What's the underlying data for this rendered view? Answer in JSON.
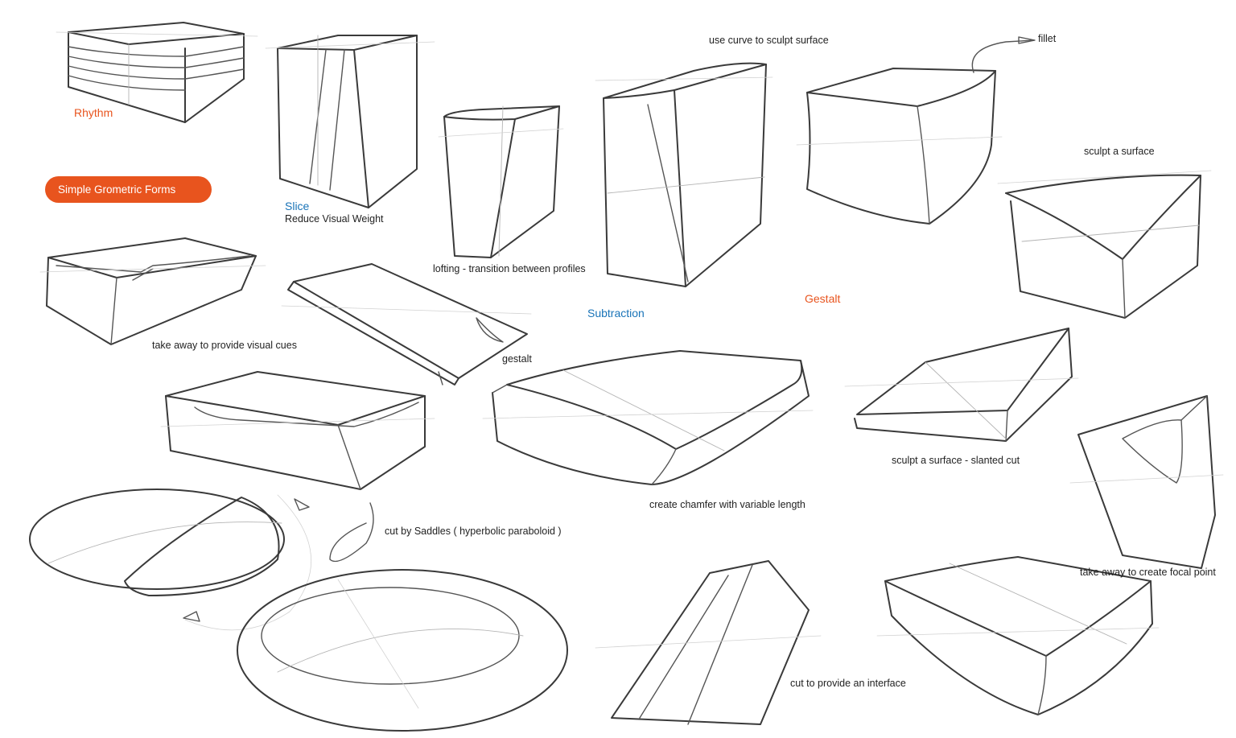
{
  "colors": {
    "orange": "#e8541e",
    "blue": "#1a74b8",
    "pencil": "#3a3a3a",
    "construction": "#b4b4b4"
  },
  "badge": {
    "label": "Simple Grometric Forms"
  },
  "headings": {
    "rhythm": "Rhythm",
    "slice": "Slice",
    "subtraction": "Subtraction",
    "gestalt": "Gestalt"
  },
  "captions": {
    "reduce_visual_weight": "Reduce Visual Weight",
    "lofting": "lofting - transition between profiles",
    "use_curve": "use curve to sculpt surface",
    "fillet": "fillet",
    "sculpt_surface": "sculpt a surface",
    "take_away_cues": "take away to provide visual cues",
    "gestalt_small": "gestalt",
    "sculpt_slanted": "sculpt a surface - slanted cut",
    "chamfer": "create chamfer with variable length",
    "saddles": "cut by Saddles ( hyperbolic paraboloid )",
    "focal_point": "take away to create focal point",
    "interface": "cut to provide an interface"
  }
}
